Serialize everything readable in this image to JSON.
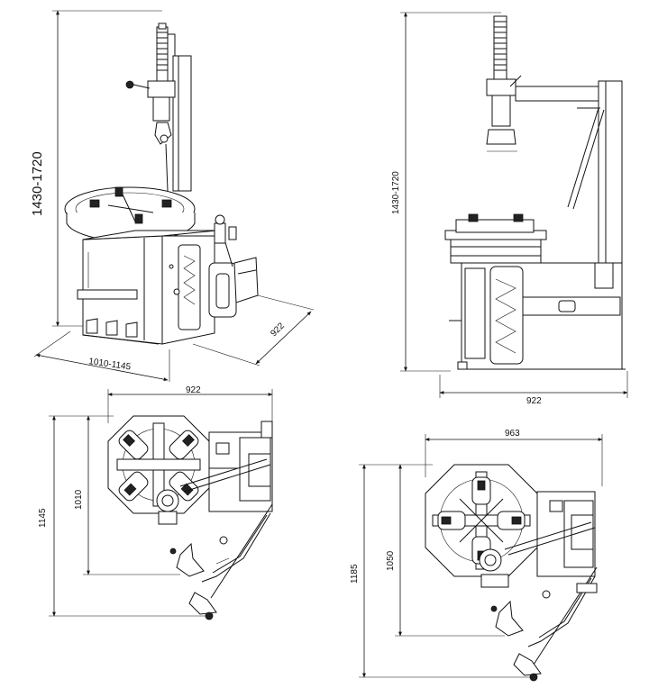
{
  "dimensions": {
    "iso_height": "1430-1720",
    "iso_width": "1010-1145",
    "iso_depth": "922",
    "side_height": "1430-1720",
    "side_width": "922",
    "top_left_width": "922",
    "top_left_outer_depth": "1145",
    "top_left_inner_depth": "1010",
    "top_right_width": "963",
    "top_right_outer_depth": "1185",
    "top_right_inner_depth": "1050"
  }
}
